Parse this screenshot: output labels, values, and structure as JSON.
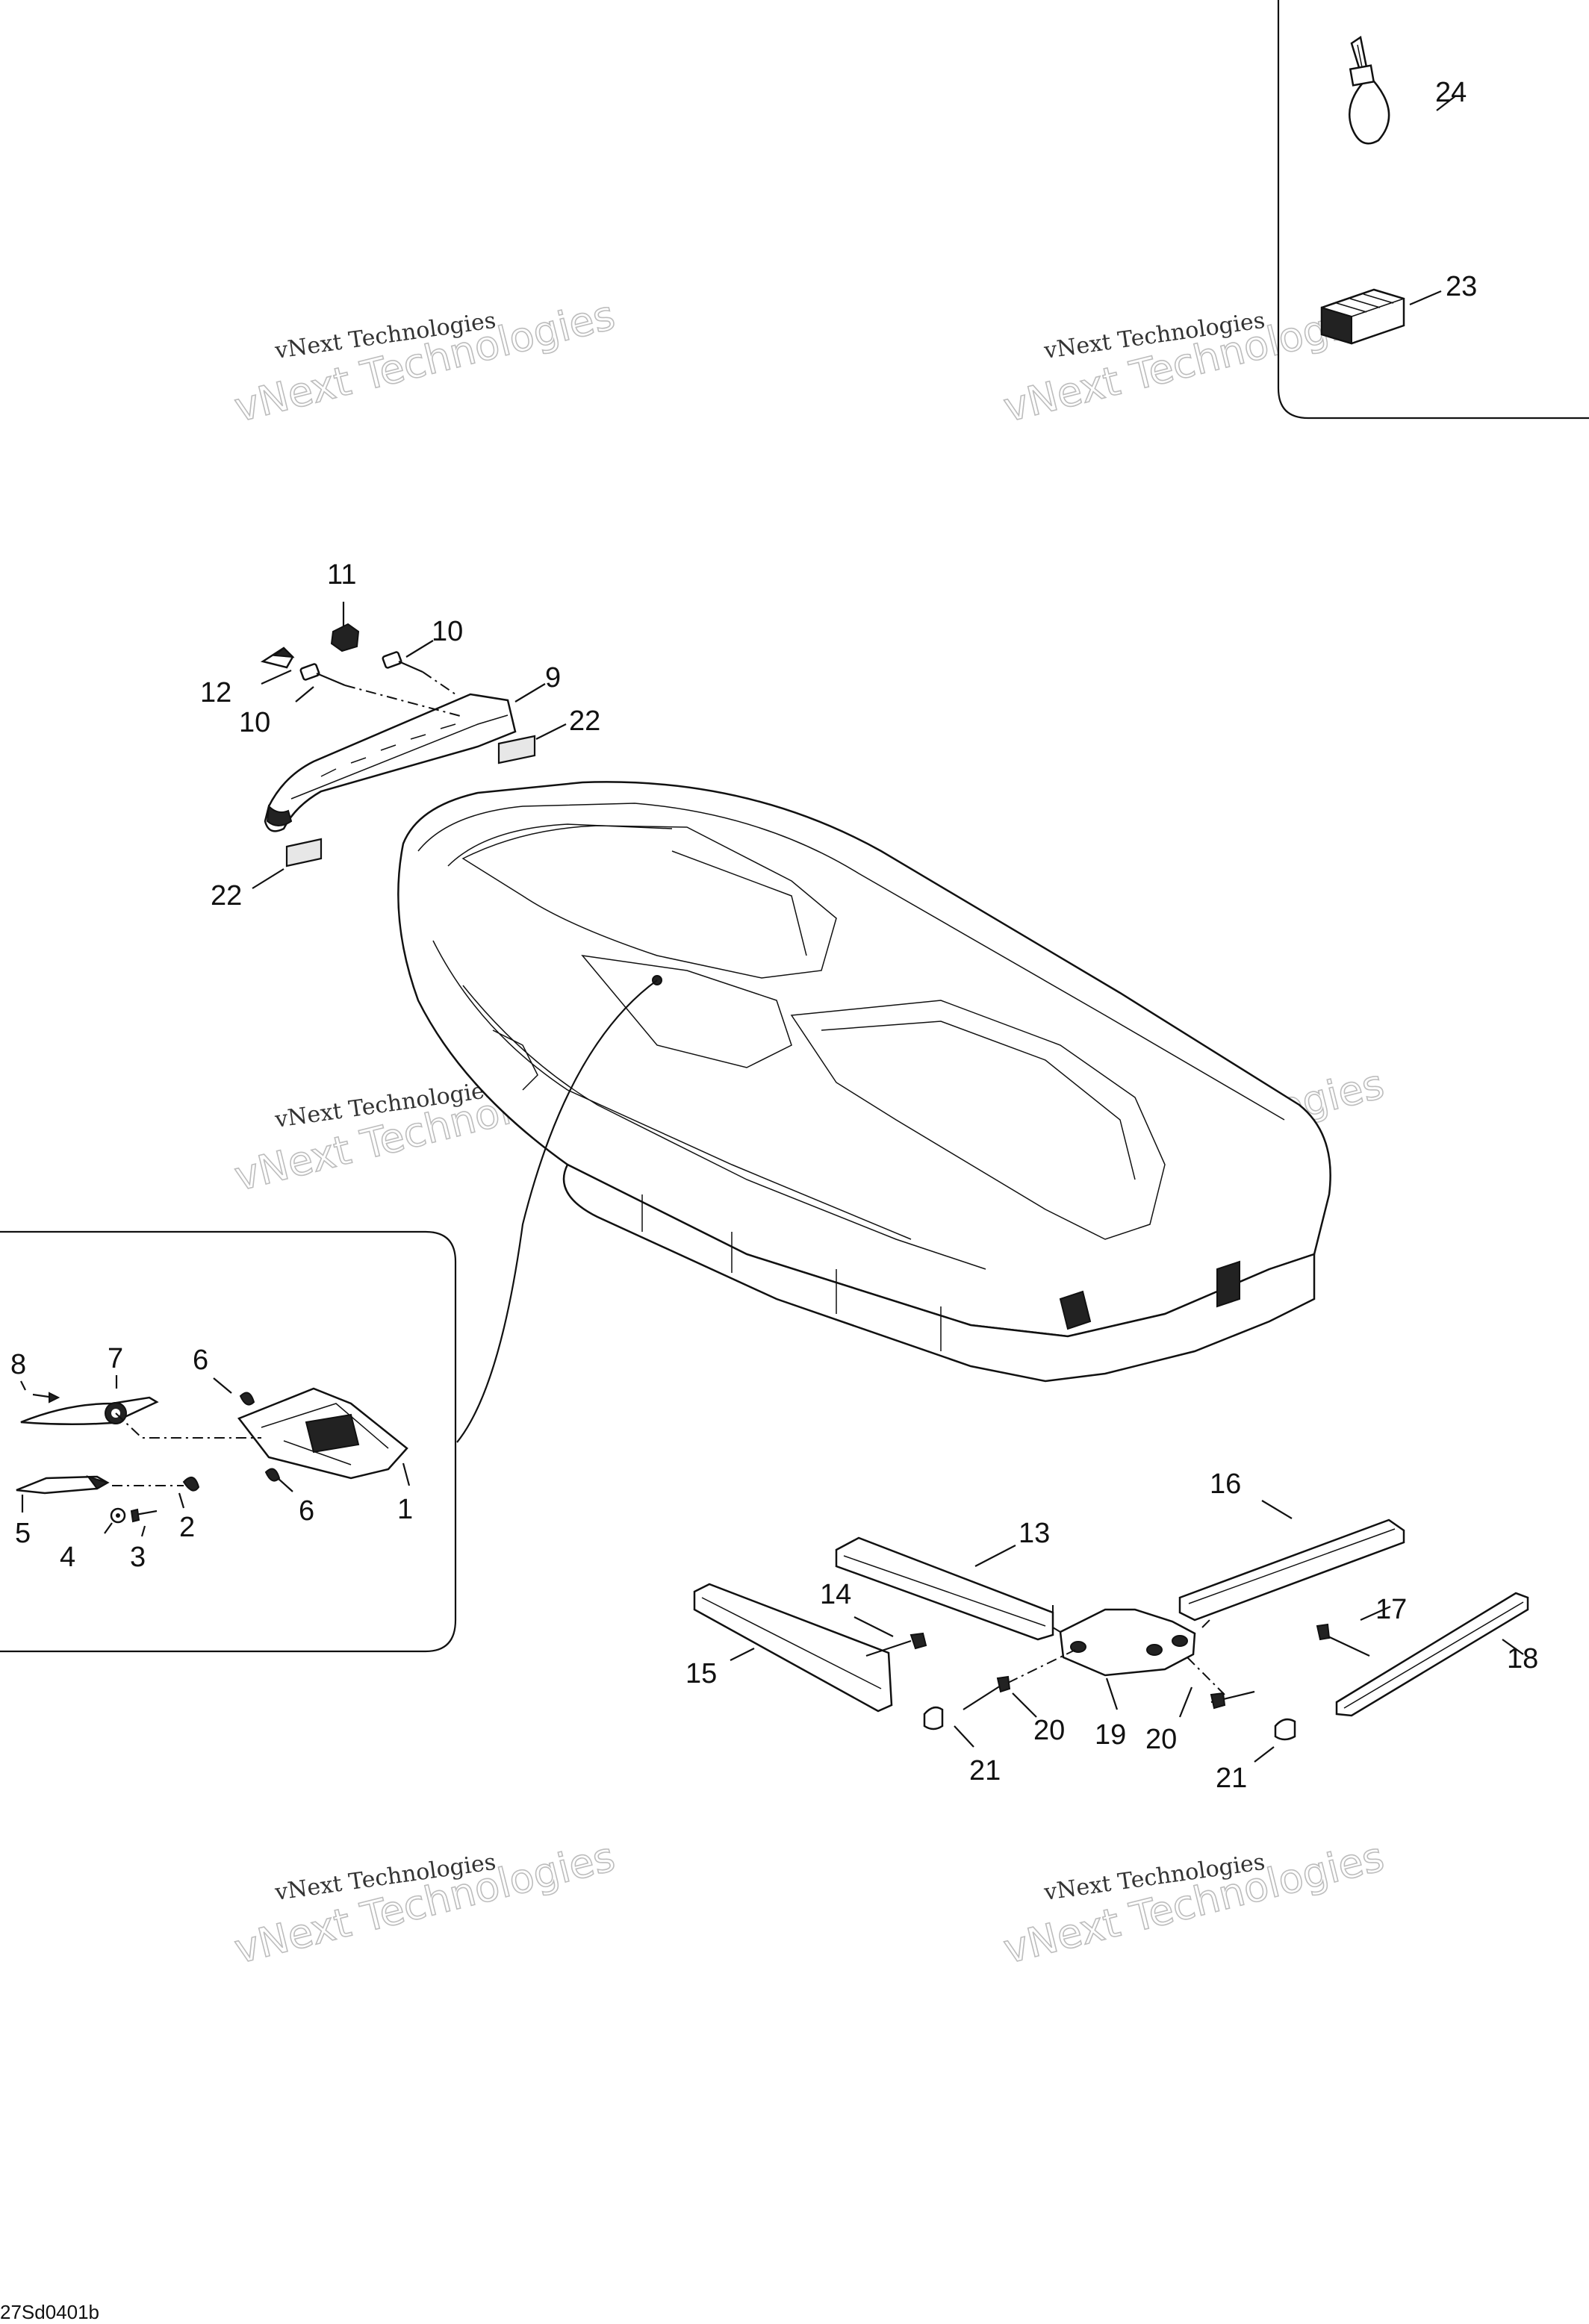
{
  "diagram": {
    "callouts": [
      "1",
      "2",
      "3",
      "4",
      "5",
      "6",
      "6",
      "7",
      "8",
      "9",
      "10",
      "10",
      "11",
      "12",
      "13",
      "14",
      "15",
      "16",
      "17",
      "18",
      "19",
      "20",
      "20",
      "21",
      "21",
      "22",
      "22",
      "23",
      "24"
    ],
    "watermark_line1": "vNext Technologies",
    "watermark_line2": "vNext Technologies",
    "drawing_code": "27Sd0401b"
  }
}
